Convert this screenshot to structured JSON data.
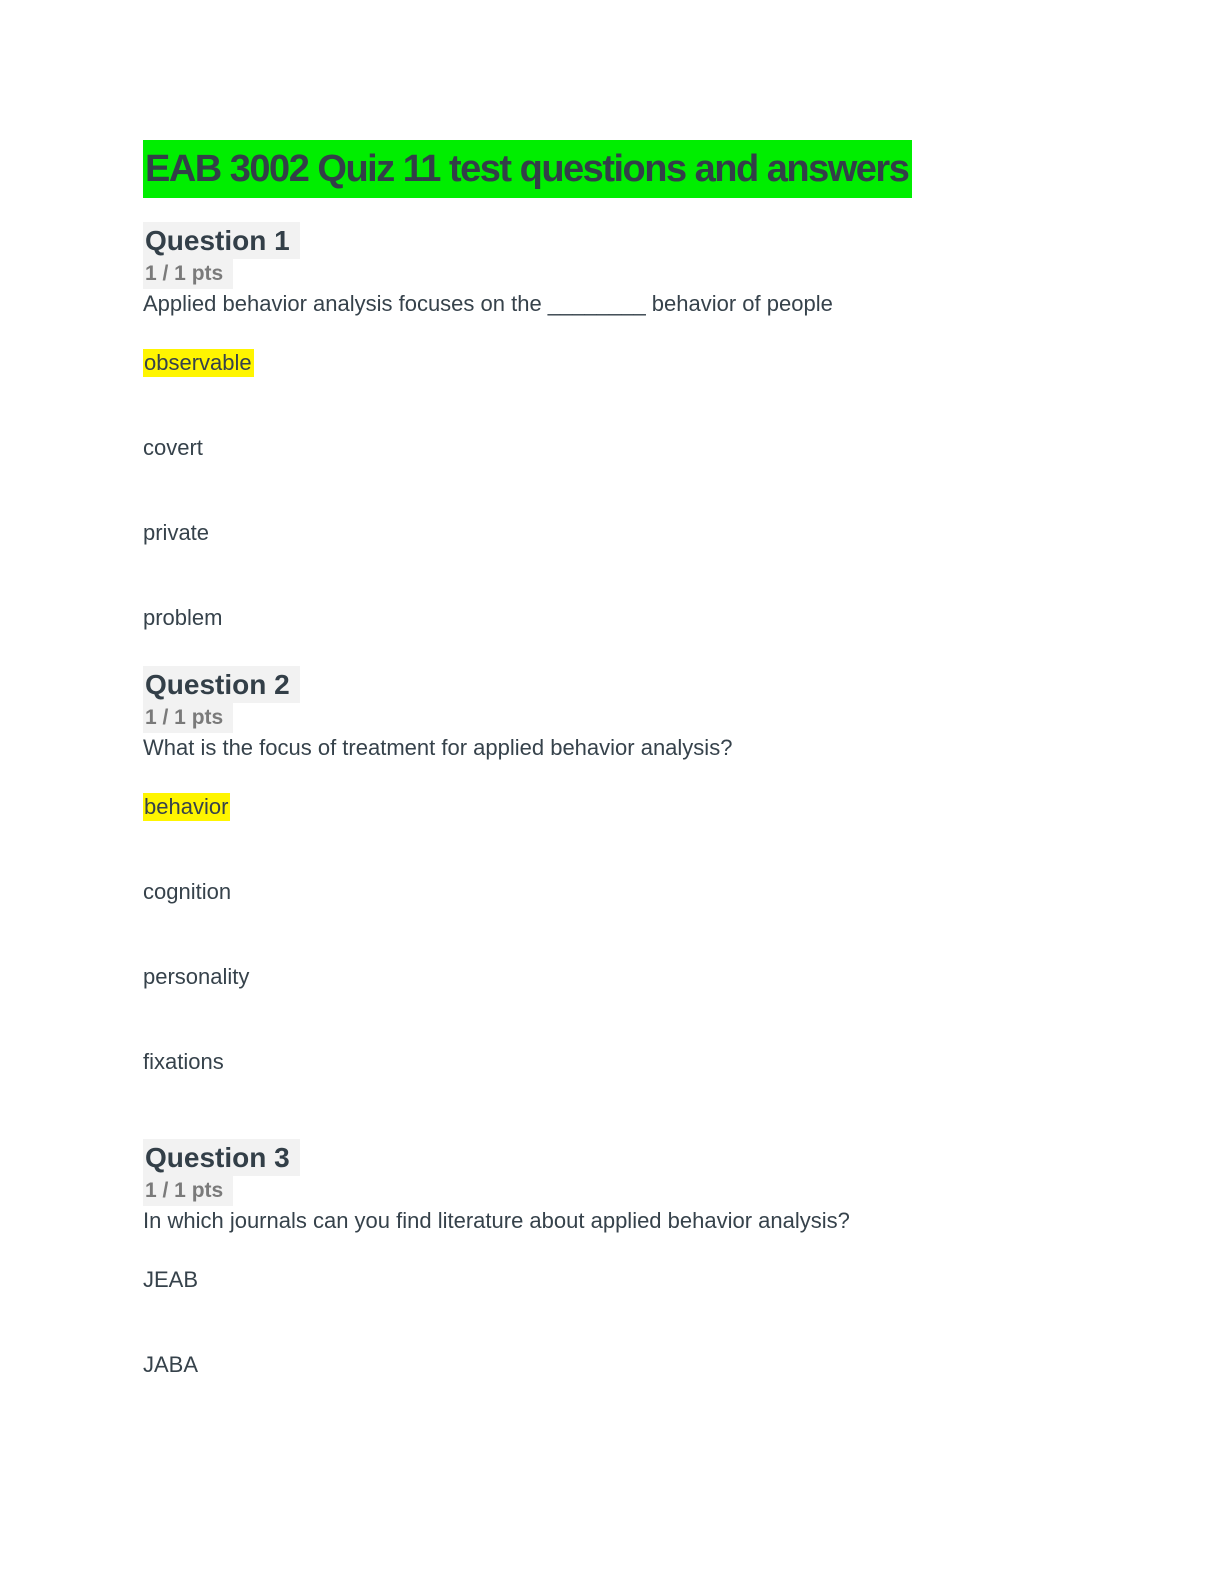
{
  "page": {
    "title": "EAB 3002 Quiz 11 test questions and answers"
  },
  "colors": {
    "title_highlight": "#00ee00",
    "answer_highlight": "#fff500",
    "label_background": "#f2f2f2",
    "heading_text": "#333f48",
    "points_text": "#7a7a7a",
    "body_text": "#36424b"
  },
  "questions": [
    {
      "heading": "Question 1",
      "points": "1 / 1 pts",
      "text": "Applied behavior analysis focuses on the ________ behavior of people",
      "options": [
        {
          "label": "observable",
          "highlighted": true
        },
        {
          "label": "covert",
          "highlighted": false
        },
        {
          "label": "private",
          "highlighted": false
        },
        {
          "label": "problem",
          "highlighted": false
        }
      ]
    },
    {
      "heading": "Question 2",
      "points": "1 / 1 pts",
      "text": "What is the focus of treatment for applied behavior analysis?",
      "options": [
        {
          "label": "behavior",
          "highlighted": true
        },
        {
          "label": "cognition",
          "highlighted": false
        },
        {
          "label": "personality",
          "highlighted": false
        },
        {
          "label": "fixations",
          "highlighted": false
        }
      ]
    },
    {
      "heading": "Question 3",
      "points": "1 / 1 pts",
      "text": "In which journals can you find literature about applied behavior analysis?",
      "options": [
        {
          "label": "JEAB",
          "highlighted": false
        },
        {
          "label": "JABA",
          "highlighted": false
        }
      ]
    }
  ]
}
